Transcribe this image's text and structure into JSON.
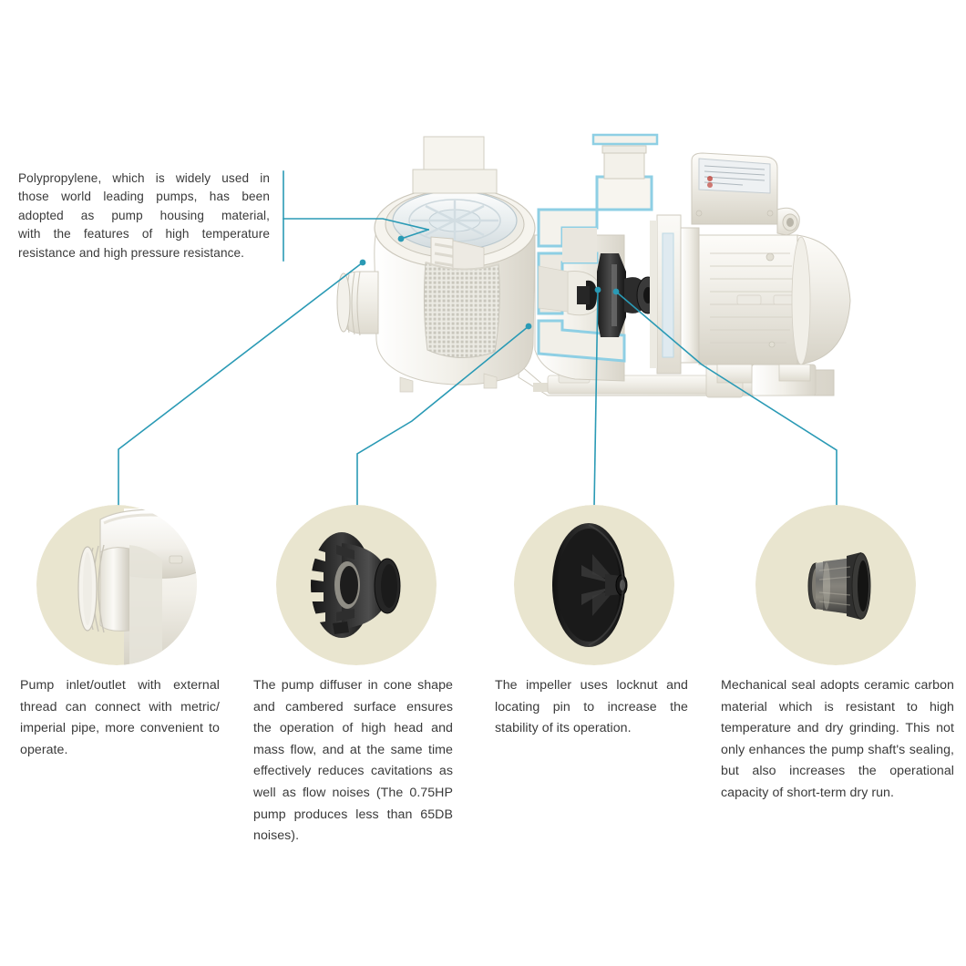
{
  "theme": {
    "leader_color": "#2a9ab5",
    "circle_bg": "#e9e5cf",
    "text_color": "#3a3a3a",
    "page_bg": "#ffffff",
    "pump_body": "#f1efe9",
    "pump_shadow": "#d9d6cc",
    "cut_edge": "#bfe2ef",
    "part_black": "#232323",
    "seal_grey": "#7d7d7d"
  },
  "top_note": {
    "name": "polypropylene-housing-note",
    "lines": [
      "Polypropylene, which is widely used in",
      "those world leading pumps, has been",
      "adopted as pump housing material,",
      "with the features of high temperature",
      "resistance and high pressure resistance."
    ],
    "text": "Polypropylene, which is widely used in those world leading pumps, has been adopted as pump housing material, with the features of high temperature resistance and high pressure resistance."
  },
  "product": {
    "name": "swimming-pool-pump-cutaway",
    "description": "Cutaway illustration of a swimming pool pump with transparent strainer lid, filter basket, volute, impeller, mechanical seal and electric motor with terminal box"
  },
  "callouts": [
    {
      "id": "pump-inlet-outlet",
      "icon": "threaded-port-photo",
      "caption": "Pump inlet/outlet with external thread can connect with metric/ imperial pipe, more convenient to operate."
    },
    {
      "id": "pump-diffuser",
      "icon": "cone-diffuser-photo",
      "caption": "The pump diffuser in cone shape and cambered surface ensures the operation of high head and mass flow, and at the same time effectively reduces cavitations as well as flow noises (The 0.75HP pump produces less than 65DB noises)."
    },
    {
      "id": "impeller",
      "icon": "closed-impeller-photo",
      "caption": "The impeller uses locknut and locating pin to increase the stability of its operation."
    },
    {
      "id": "mechanical-seal",
      "icon": "mechanical-seal-photo",
      "caption": "Mechanical seal adopts ceramic carbon material which is resistant to high temperature and dry grinding. This not only enhances the pump shaft's sealing, but also increases the operational capacity of short-term dry run."
    }
  ]
}
